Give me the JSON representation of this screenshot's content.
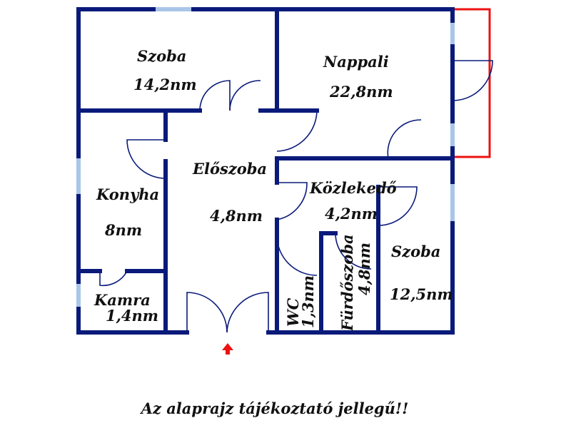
{
  "rooms": {
    "szoba1": {
      "name": "Szoba",
      "area": "14,2nm"
    },
    "nappali": {
      "name": "Nappali",
      "area": "22,8nm"
    },
    "eloszoba": {
      "name": "Előszoba",
      "area": "4,8nm"
    },
    "konyha": {
      "name": "Konyha",
      "area": "8nm"
    },
    "kozlekedo": {
      "name": "Közlekedő",
      "area": "4,2nm"
    },
    "kamra": {
      "name": "Kamra",
      "area": "1,4nm"
    },
    "wc": {
      "name": "WC",
      "area": "1,3nm"
    },
    "furdoszoba": {
      "name": "Fürdőszoba",
      "area": "4,8nm"
    },
    "szoba2": {
      "name": "Szoba",
      "area": "12,5nm"
    }
  },
  "note": "Az alaprajz tájékoztató jellegű!!",
  "colors": {
    "wall": "#0a1a7a",
    "window": "#a9c6e8",
    "balcony": "#ee1111",
    "entrance_arrow": "#ee1111"
  },
  "icons": {
    "entrance": "red-up-arrow-icon"
  }
}
